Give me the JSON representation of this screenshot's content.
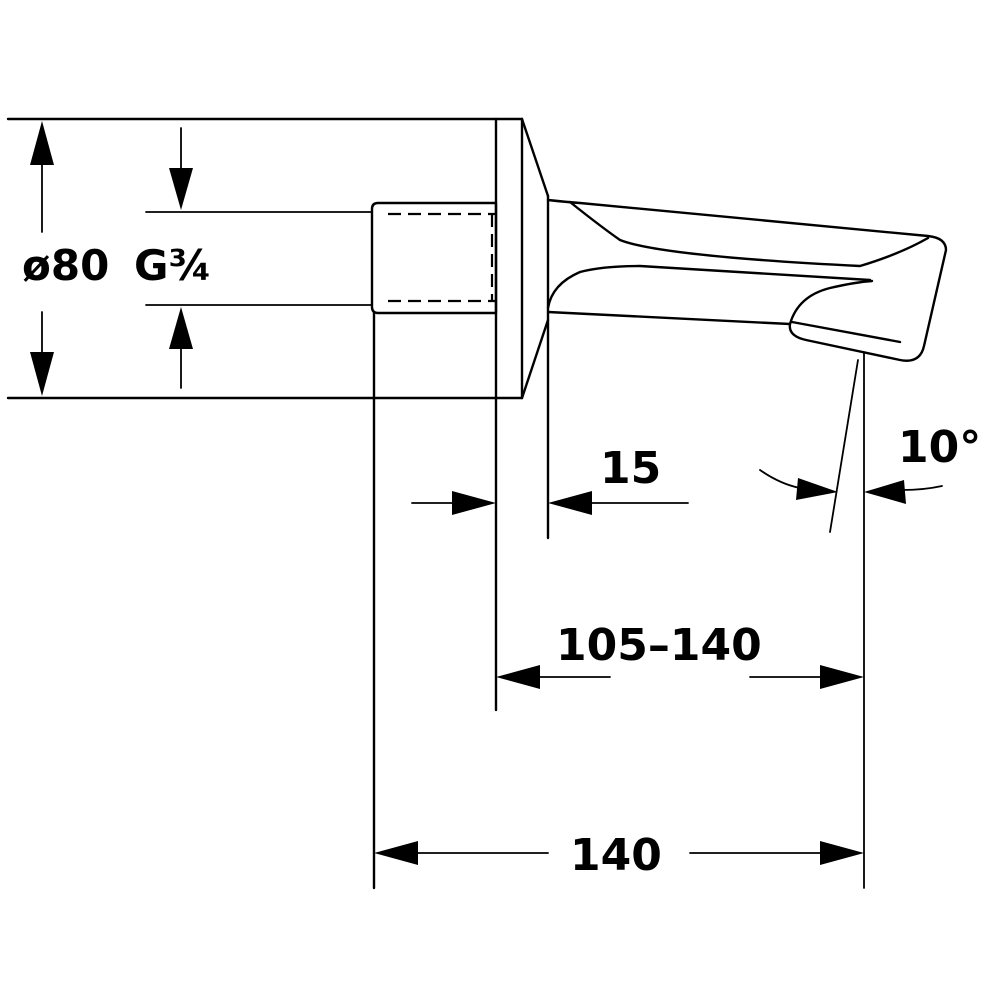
{
  "dimensions": {
    "diameter": "ø80",
    "thread": "G¾",
    "wall_offset": "15",
    "projection_range": "105–140",
    "total_length": "140",
    "angle": "10°"
  },
  "colors": {
    "line": "#000000",
    "background": "#ffffff"
  }
}
